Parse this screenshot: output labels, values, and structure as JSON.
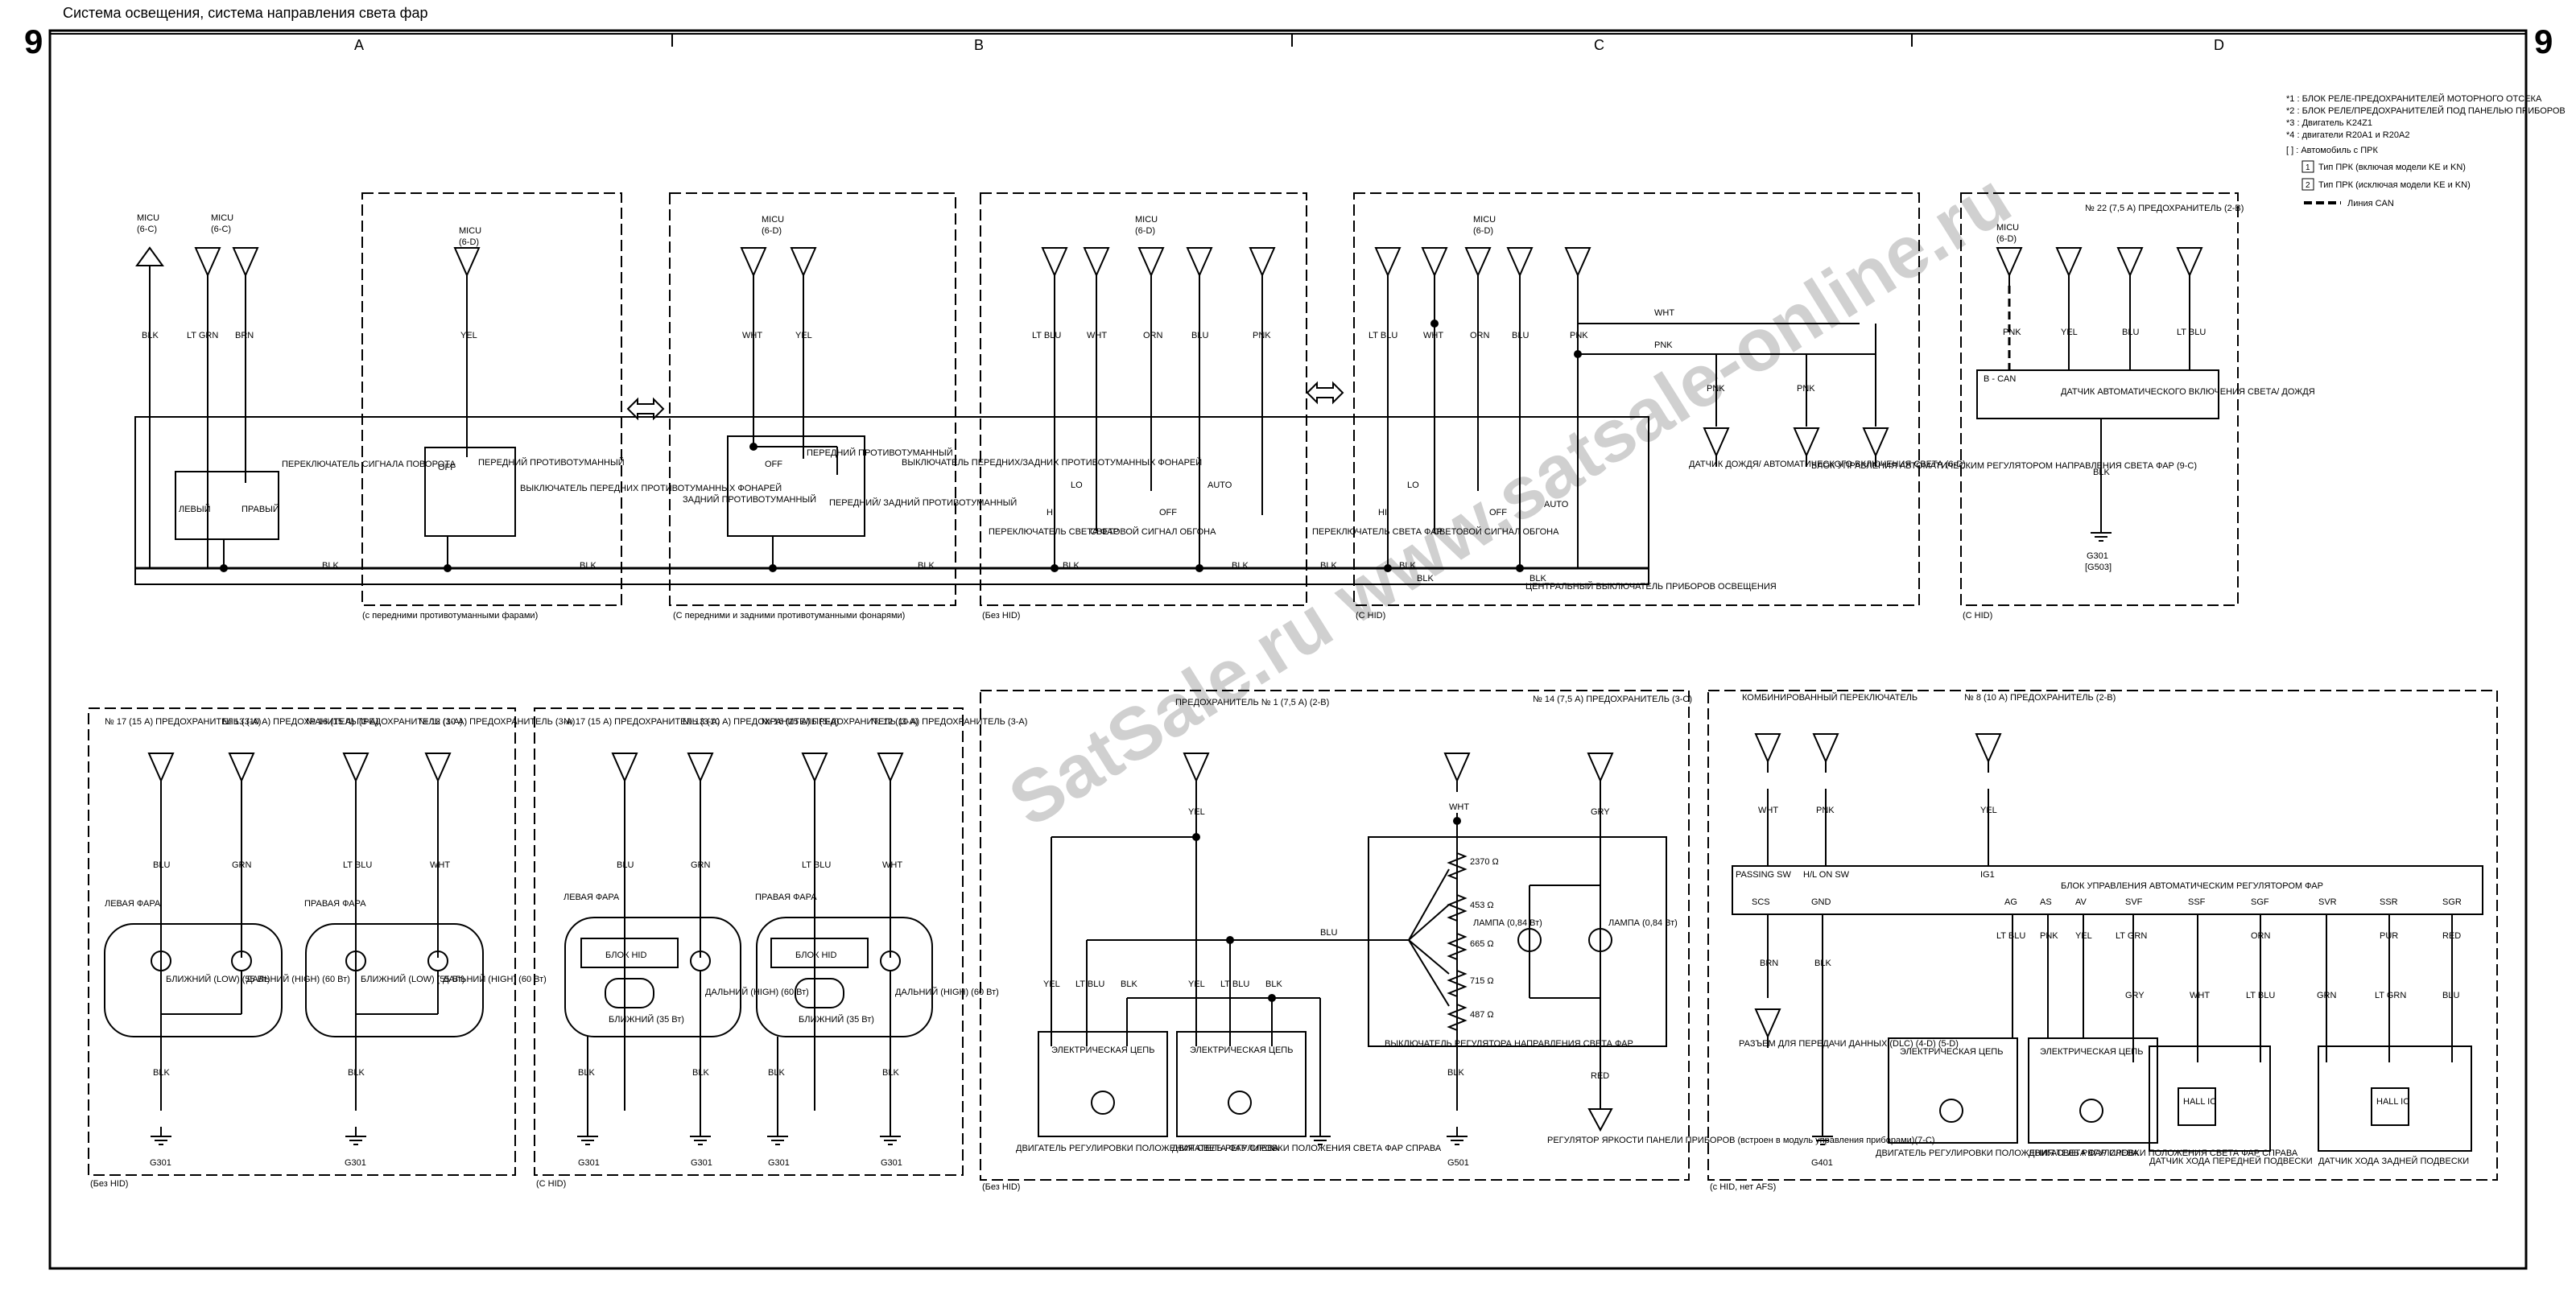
{
  "header": {
    "title": "Система освещения, система направления света фар",
    "page_number": "9"
  },
  "columns": [
    "A",
    "B",
    "C",
    "D"
  ],
  "notes": [
    "*1 : БЛОК РЕЛЕ-ПРЕДОХРАНИТЕЛЕЙ МОТОРНОГО ОТСЕКА",
    "*2 : БЛОК РЕЛЕ/ПРЕДОХРАНИТЕЛЕЙ ПОД ПАНЕЛЬЮ ПРИБОРОВ",
    "*3 : Двигатель K24Z1",
    "*4 : двигатели R20A1 и R20A2",
    "[ ] : Автомобиль с ПРК"
  ],
  "legend": {
    "type1": "Тип ПРК (включая модели KE и KN)",
    "type2": "Тип ПРК (исключая модели KE и KN)",
    "can": "Линия CAN"
  },
  "labels": {
    "micu": "MICU",
    "micu_6c": "(6-C)",
    "micu_6d": "(6-D)",
    "blk": "BLK",
    "yel": "YEL",
    "wht": "WHT",
    "brn": "BRN",
    "ltgrn": "LT GRN",
    "ltblu": "LT BLU",
    "orn": "ORN",
    "blu": "BLU",
    "pnk": "PNK",
    "gry": "GRY",
    "grn": "GRN",
    "red": "RED",
    "pur": "PUR",
    "turn_sw": "ПЕРЕКЛЮЧАТЕЛЬ СИГНАЛА ПОВОРОТА",
    "left": "ЛЕВЫЙ",
    "right": "ПРАВЫЙ",
    "front_fog": "ПЕРЕДНИЙ ПРОТИВОТУМАННЫЙ",
    "front_fog_sw": "ВЫКЛЮЧАТЕЛЬ ПЕРЕДНИХ ПРОТИВОТУМАННЫХ ФОНАРЕЙ",
    "fr_fog_sw": "ВЫКЛЮЧАТЕЛЬ ПЕРЕДНИХ/ЗАДНИХ ПРОТИВОТУМАННЫХ ФОНАРЕЙ",
    "rear_fog": "ЗАДНИЙ ПРОТИВОТУМАННЫЙ",
    "fr_fog": "ПЕРЕДНИЙ/ ЗАДНИЙ ПРОТИВОТУМАННЫЙ",
    "off": "OFF",
    "hl_sw": "ПЕРЕКЛЮЧАТЕЛЬ СВЕТА ФАР",
    "flash": "СВЕТОВОЙ СИГНАЛ ОБГОНА",
    "hi": "HI",
    "lo": "LO",
    "auto": "AUTO",
    "combo_sw": "ЦЕНТРАЛЬНЫЙ ВЫКЛЮЧАТЕЛЬ ПРИБОРОВ ОСВЕЩЕНИЯ",
    "rain_sensor": "ДАТЧИК ДОЖДЯ/ АВТОМАТИЧЕСКОГО ВКЛЮЧЕНИЯ СВЕТА (6-D)",
    "afs_unit": "БЛОК УПРАВЛЕНИЯ АВТОМАТИЧЕСКИМ РЕГУЛЯТОРОМ НАПРАВЛЕНИЯ СВЕТА ФАР (9-C)",
    "auto_light": "ДАТЧИК АВТОМАТИЧЕСКОГО ВКЛЮЧЕНИЯ СВЕТА/ ДОЖДЯ",
    "bcan": "B - CAN",
    "g301": "G301",
    "g503": "[G503]",
    "g501": "G501",
    "g401": "G401",
    "with_front_fog": "(с передними противотуманными фарами)",
    "with_fr_fog": "(С передними и задними противотуманными фонарями)",
    "no_hid": "(Без HID)",
    "with_hid": "(С HID)",
    "with_hid_afs": "(с HID, нет AFS)",
    "left_hl": "ЛЕВАЯ ФАРА",
    "right_hl": "ПРАВАЯ ФАРА",
    "low": "БЛИЖНИЙ (LOW) (55 Вт)",
    "high": "ДАЛЬНИЙ (HIGH) (60 Вт)",
    "low_hid": "БЛИЖНИЙ (35 Вт)",
    "hid_block": "БЛОК HID",
    "fuse17": "№ 17 (15 А) ПРЕДОХРАНИТЕЛЬ (3-A)",
    "fuse13": "№ 13 (10 А) ПРЕДОХРАНИТЕЛЬ (3-A)",
    "fuse16": "№ 16 (15 А) ПРЕДОХРАНИТЕЛЬ (3-A)",
    "fuse12": "№ 12 (10 А) ПРЕДОХРАНИТЕЛЬ (3-A)",
    "fuse1": "ПРЕДОХРАНИТЕЛЬ № 1 (7,5 А) (2-B)",
    "fuse14": "№ 14 (7,5 А) ПРЕДОХРАНИТЕЛЬ (3-C)",
    "fuse8": "№ 8 (10 А) ПРЕДОХРАНИТЕЛЬ (2-B)",
    "fuse22": "№ 22 (7,5 А) ПРЕДОХРАНИТЕЛЬ (2-B)",
    "el_circuit": "ЭЛЕКТРИЧЕСКАЯ ЦЕПЬ",
    "motor_left": "ДВИГАТЕЛЬ РЕГУЛИРОВКИ ПОЛОЖЕНИЯ СВЕТА ФАР СЛЕВА",
    "motor_right": "ДВИГАТЕЛЬ РЕГУЛИРОВКИ ПОЛОЖЕНИЯ СВЕТА ФАР СПРАВА",
    "level_sw": "ВЫКЛЮЧАТЕЛЬ РЕГУЛЯТОРА НАПРАВЛЕНИЯ СВЕТА ФАР",
    "lamp": "ЛАМПА (0,84 Вт)",
    "lamp2": "ЛАМПА (0,84 Вт)",
    "dimmer": "РЕГУЛЯТОР ЯРКОСТИ ПАНЕЛИ ПРИБОРОВ (встроен в модуль управления приборами)(7-C)",
    "combo_switch": "КОМБИНИРОВАННЫЙ ПЕРЕКЛЮЧАТЕЛЬ",
    "afs_ctrl": "БЛОК УПРАВЛЕНИЯ АВТОМАТИЧЕСКИМ РЕГУЛЯТОРОМ ФАР",
    "passing_sw": "PASSING SW",
    "hl_on_sw": "H/L ON SW",
    "ig1": "IG1",
    "dlc": "РАЗЪЕМ ДЛЯ ПЕРЕДАЧИ ДАННЫХ (DLC) (4-D) (5-D)",
    "front_susp": "ДАТЧИК ХОДА ПЕРЕДНЕЙ ПОДВЕСКИ",
    "rear_susp": "ДАТЧИК ХОДА ЗАДНЕЙ ПОДВЕСКИ",
    "hall": "HALL IC",
    "motor_left2": "ДВИГАТЕЛЬ РЕГУЛИРОВКИ ПОЛОЖЕНИЯ СВЕТА ФАР СЛЕВА",
    "motor_right2": "ДВИГАТЕЛЬ РЕГУЛИРОВКИ ПОЛОЖЕНИЯ СВЕТА ФАР СПРАВА",
    "scs": "SCS",
    "gnd": "GND",
    "ag": "AG",
    "as": "AS",
    "av": "AV",
    "svf": "SVF",
    "ssf": "SSF",
    "sgf": "SGF",
    "svr": "SVR",
    "ssr": "SSR",
    "sgr": "SGR",
    "r1": "2370 Ω",
    "r2": "453 Ω",
    "r3": "665 Ω",
    "r4": "715 Ω",
    "r5": "487 Ω"
  },
  "watermark": "SatSale.ru www.satsale-online.ru"
}
